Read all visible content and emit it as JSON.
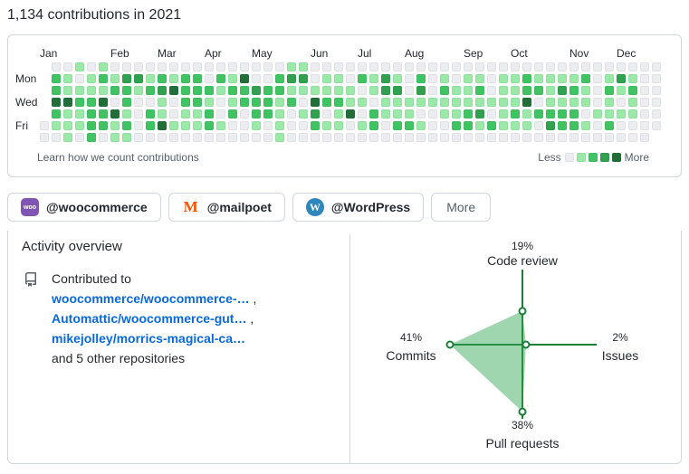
{
  "page": {
    "title": "1,134 contributions in 2021"
  },
  "colors": {
    "text": "#24292f",
    "muted_text": "#57606a",
    "border": "#d0d7de",
    "link": "#0969da"
  },
  "calendar": {
    "months": [
      {
        "label": "Jan",
        "col": 0
      },
      {
        "label": "Feb",
        "col": 6
      },
      {
        "label": "Mar",
        "col": 10
      },
      {
        "label": "Apr",
        "col": 14
      },
      {
        "label": "May",
        "col": 18
      },
      {
        "label": "Jun",
        "col": 23
      },
      {
        "label": "Jul",
        "col": 27
      },
      {
        "label": "Aug",
        "col": 31
      },
      {
        "label": "Sep",
        "col": 36
      },
      {
        "label": "Oct",
        "col": 40
      },
      {
        "label": "Nov",
        "col": 45
      },
      {
        "label": "Dec",
        "col": 49
      }
    ],
    "day_labels": [
      {
        "label": "Mon",
        "row": 1
      },
      {
        "label": "Wed",
        "row": 3
      },
      {
        "label": "Fri",
        "row": 5
      }
    ],
    "level_colors": [
      "#ebedf0",
      "#9be9a8",
      "#40c463",
      "#30a14e",
      "#216e39"
    ],
    "weeks": [
      "xxxxx00",
      "0224210",
      "0114111",
      "1012110",
      "0112222",
      "1214220",
      "0120411",
      "0322121",
      "0310000",
      "0120220",
      "0231140",
      "0140010",
      "0222110",
      "0222110",
      "0021220",
      "0210010",
      "0121200",
      "0422000",
      "0032210",
      "0022200",
      "0221111",
      "1312000",
      "1310100",
      "0014320",
      "0112010",
      "0112110",
      "0011400",
      "0201010",
      "0110220",
      "0331100",
      "0131120",
      "0001120",
      "0231010",
      "0001000",
      "0121100",
      "0011120",
      "0111220",
      "0121310",
      "0001020",
      "0111110",
      "0111210",
      "0224110",
      "0120200",
      "0111230",
      "0131220",
      "0121220",
      "0211010",
      "0000100",
      "0121120",
      "0310100",
      "0121100",
      "0000000",
      "000000x"
    ],
    "footer": {
      "learn_link": "Learn how we count contributions",
      "less_label": "Less",
      "more_label": "More"
    }
  },
  "org_filters": [
    {
      "label": "@woocommerce",
      "icon": "woocommerce-logo",
      "icon_text": "woo",
      "icon_bg": "#7f54b3"
    },
    {
      "label": "@mailpoet",
      "icon": "mailpoet-logo",
      "icon_text": "M",
      "icon_color": "#fe5301"
    },
    {
      "label": "@WordPress",
      "icon": "wordpress-logo",
      "icon_text": "W",
      "icon_bg": "#2d87ba"
    },
    {
      "label": "More",
      "icon": null
    }
  ],
  "activity": {
    "heading": "Activity overview",
    "contributed_prefix": "Contributed to",
    "repos": [
      "woocommerce/woocommerce-…",
      "Automattic/woocommerce-gut…",
      "mikejolley/morrics-magical-ca…"
    ],
    "separator": " ,",
    "suffix": "and 5 other repositories"
  },
  "chart_data": {
    "type": "radar",
    "title": "Activity overview distribution",
    "max_value": 41,
    "line_color": "#1a7f37",
    "fill_color": "rgba(45,164,78,0.45)",
    "axes": [
      {
        "label": "Code review",
        "value": 19,
        "value_label": "19%",
        "direction": "up"
      },
      {
        "label": "Issues",
        "value": 2,
        "value_label": "2%",
        "direction": "right"
      },
      {
        "label": "Pull requests",
        "value": 38,
        "value_label": "38%",
        "direction": "down"
      },
      {
        "label": "Commits",
        "value": 41,
        "value_label": "41%",
        "direction": "left"
      }
    ]
  }
}
